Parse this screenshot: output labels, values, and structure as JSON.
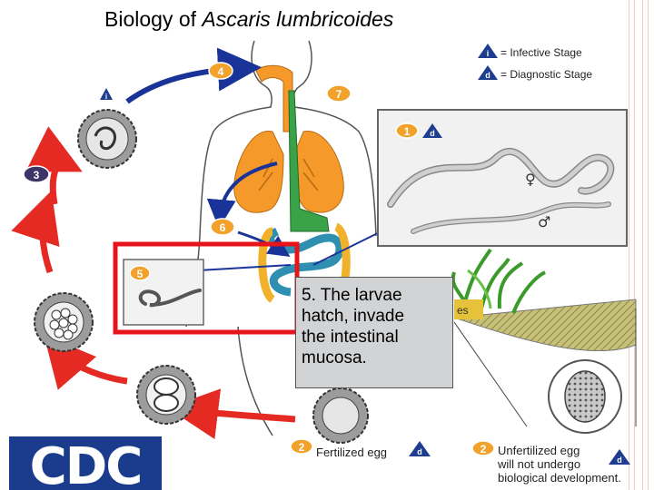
{
  "slide": {
    "title_plain": "Biology of ",
    "title_italic": "Ascaris lumbricoides"
  },
  "legend": {
    "infective": {
      "badge": "i",
      "label": "= Infective Stage"
    },
    "diagnostic": {
      "badge": "d",
      "label": "= Diagnostic Stage"
    }
  },
  "stages": {
    "s1": "1",
    "s2a": "2",
    "s2b": "2",
    "s3": "3",
    "s4": "4",
    "s5": "5",
    "s6": "6",
    "s7": "7"
  },
  "badges": {
    "i": "i",
    "d": "d"
  },
  "symbols": {
    "female": "♀",
    "male": "♂"
  },
  "fertilized_egg": "Fertilized egg",
  "unfertilized_egg_lines": [
    "Unfertilized egg",
    "will not undergo",
    "biological development."
  ],
  "soil_partial_text": "es",
  "callout": {
    "text": "5. The larvae\nhatch, invade\nthe intestinal\nmucosa."
  },
  "logo": {
    "text": "CDC"
  },
  "colors": {
    "infective_badge": "#1f3d8f",
    "diagnostic_badge": "#1f3d8f",
    "stage_badge_orange": "#f2a12a",
    "cycle_arrow_red": "#e52a24",
    "cycle_arrow_blue": "#1a3399",
    "lung_orange": "#f59a2a",
    "gut_green": "#3aa34a",
    "highlight_box": "#e8141b",
    "callout_bg": "#d2d3d5",
    "cdc_blue": "#1b3c8c"
  }
}
